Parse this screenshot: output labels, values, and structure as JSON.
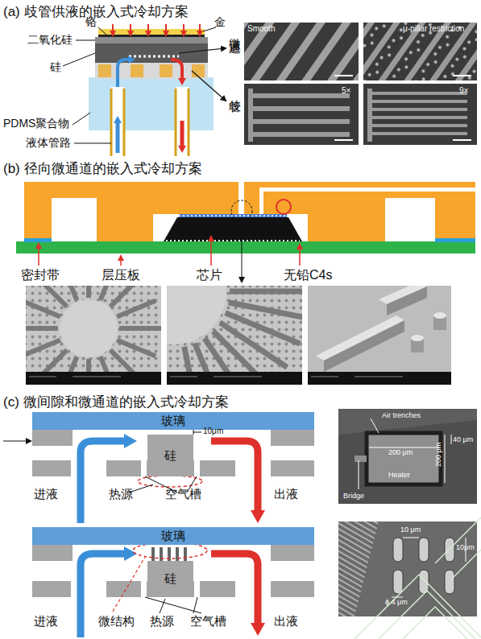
{
  "diagram": {
    "nodes": [
      {
        "text": [
          "(a) 歧管供液的嵌入式冷却方案"
        ]
      },
      {
        "text": [
          "(b) 径向微通道的嵌入式冷却方案"
        ]
      },
      {
        "text": [
          "(c) 微间隙和微通道的嵌入式冷却方案"
        ]
      },
      {
        "text": [
          "玻璃"
        ],
        "in": 2
      },
      {
        "text": [
          "硅"
        ],
        "in": 2
      },
      {
        "text": [
          "玻璃"
        ],
        "in": 2
      },
      {
        "text": [
          "硅"
        ],
        "in": 2
      }
    ],
    "labels": [
      "铬",
      "金",
      "二氧化硅",
      "硅",
      "PDMS聚合物",
      "液体管路",
      "微通道",
      "歧管",
      "Smooth",
      "μ-pillar restriction",
      "5×",
      "9×",
      "密封带",
      "层压板",
      "芯片",
      "无铅C4s",
      "10μm",
      "进液",
      "热源",
      "空气槽",
      "出液",
      "Air trenches",
      "200 μm",
      "200 μm",
      "40 μm",
      "Heater",
      "Bridge",
      "进液",
      "微结构",
      "热源",
      "空气槽",
      "出液",
      "10 μm",
      "10μm",
      "ϕ 4 μm"
    ]
  }
}
